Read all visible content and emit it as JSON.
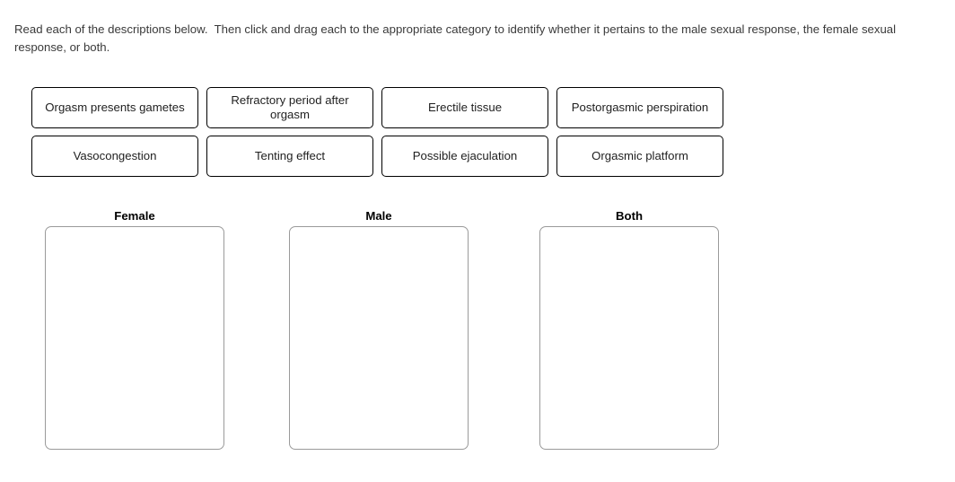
{
  "instructions": {
    "text": "Read each of the descriptions below.  Then click and drag each to the appropriate category to identify whether it pertains to the male sexual response, the female sexual response, or both."
  },
  "tiles": [
    {
      "label": "Orgasm presents gametes"
    },
    {
      "label": "Refractory period after orgasm"
    },
    {
      "label": "Erectile tissue"
    },
    {
      "label": "Postorgasmic perspiration"
    },
    {
      "label": "Vasocongestion"
    },
    {
      "label": "Tenting effect"
    },
    {
      "label": "Possible ejaculation"
    },
    {
      "label": "Orgasmic platform"
    }
  ],
  "categories": [
    {
      "label": "Female",
      "items": []
    },
    {
      "label": "Male",
      "items": []
    },
    {
      "label": "Both",
      "items": []
    }
  ],
  "colors": {
    "tile_border": "#000000",
    "dropzone_border": "#9a9a9a",
    "text": "#3a3a3a",
    "background": "#ffffff"
  }
}
